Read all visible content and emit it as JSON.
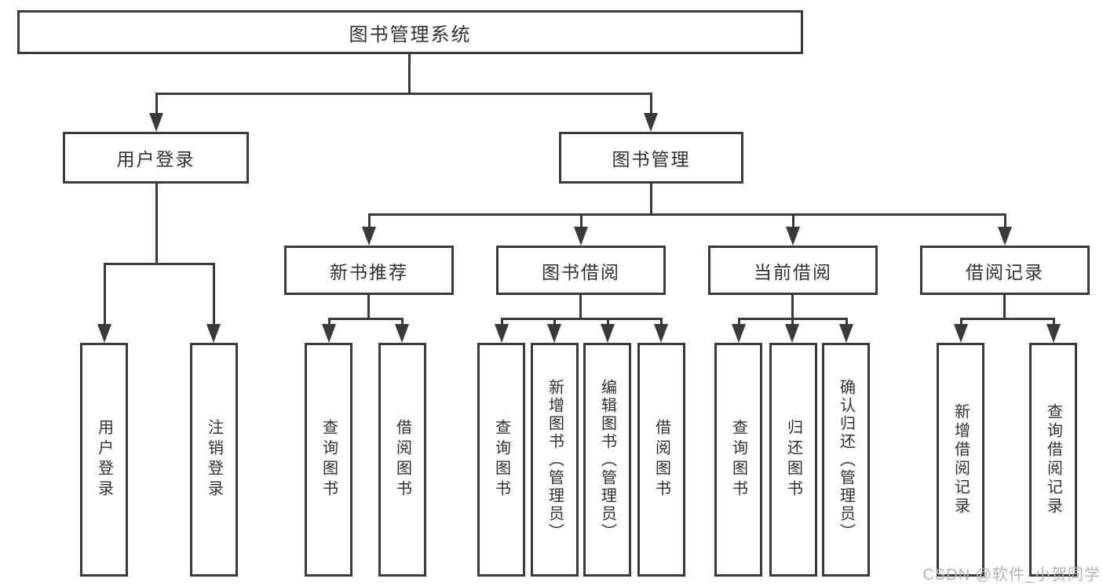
{
  "diagram": {
    "type": "tree",
    "orientation": "top-down",
    "colors": {
      "line": "#3a3a3a",
      "border": "#3a3a3a",
      "text": "#303030",
      "background": "#ffffff",
      "watermark": "#b4b4b4"
    }
  },
  "tree": {
    "label": "图书管理系统",
    "children": [
      {
        "label": "用户登录",
        "children": [
          {
            "label": "用户登录"
          },
          {
            "label": "注销登录"
          }
        ]
      },
      {
        "label": "图书管理",
        "children": [
          {
            "label": "新书推荐",
            "children": [
              {
                "label": "查询图书"
              },
              {
                "label": "借阅图书"
              }
            ]
          },
          {
            "label": "图书借阅",
            "children": [
              {
                "label": "查询图书"
              },
              {
                "label": "新增图书（管理员）"
              },
              {
                "label": "编辑图书（管理员）"
              },
              {
                "label": "借阅图书"
              }
            ]
          },
          {
            "label": "当前借阅",
            "children": [
              {
                "label": "查询图书"
              },
              {
                "label": "归还图书"
              },
              {
                "label": "确认归还（管理员）"
              }
            ]
          },
          {
            "label": "借阅记录",
            "children": [
              {
                "label": "新增借阅记录"
              },
              {
                "label": "查询借阅记录"
              }
            ]
          }
        ]
      }
    ]
  },
  "watermark": {
    "text": "CSDN @软件_小贺同学"
  }
}
